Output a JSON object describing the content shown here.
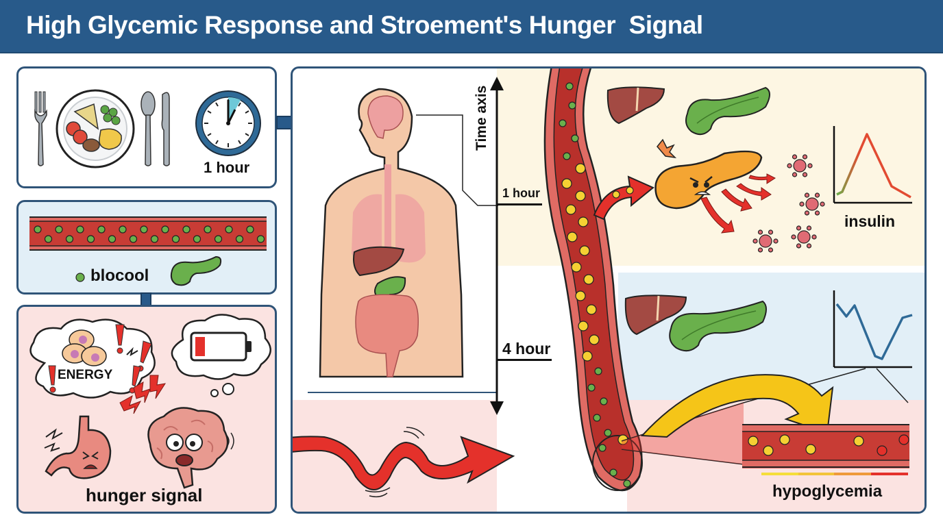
{
  "header": {
    "title": "High Glycemic Response and Stroement's Hunger  Signal"
  },
  "meal_panel": {
    "clock_label": "1 hour"
  },
  "blood_panel": {
    "legend_label": "blocool"
  },
  "hunger_panel": {
    "energy_label": "ENERGY",
    "caption": "hunger signal"
  },
  "main_panel": {
    "time_axis": {
      "title": "Time axis",
      "tick_1": "1 hour",
      "tick_2": "4 hour"
    },
    "insulin_caption": "insulin",
    "hypoglycemia_caption": "hypoglycemia"
  },
  "colors": {
    "header_bg": "#285a8a",
    "panel_border": "#2f5478",
    "vessel_red": "#c8372f",
    "glucose_yellow": "#f5d033",
    "glucose_green": "#6ab04c",
    "arrow_red": "#e4312b",
    "flow_blue": "#285a8a",
    "hypo_red": "#e0353a",
    "zone_yellow": "#fdf6e3",
    "zone_blue": "#e2eff7",
    "zone_pink": "#fbe3e1"
  }
}
